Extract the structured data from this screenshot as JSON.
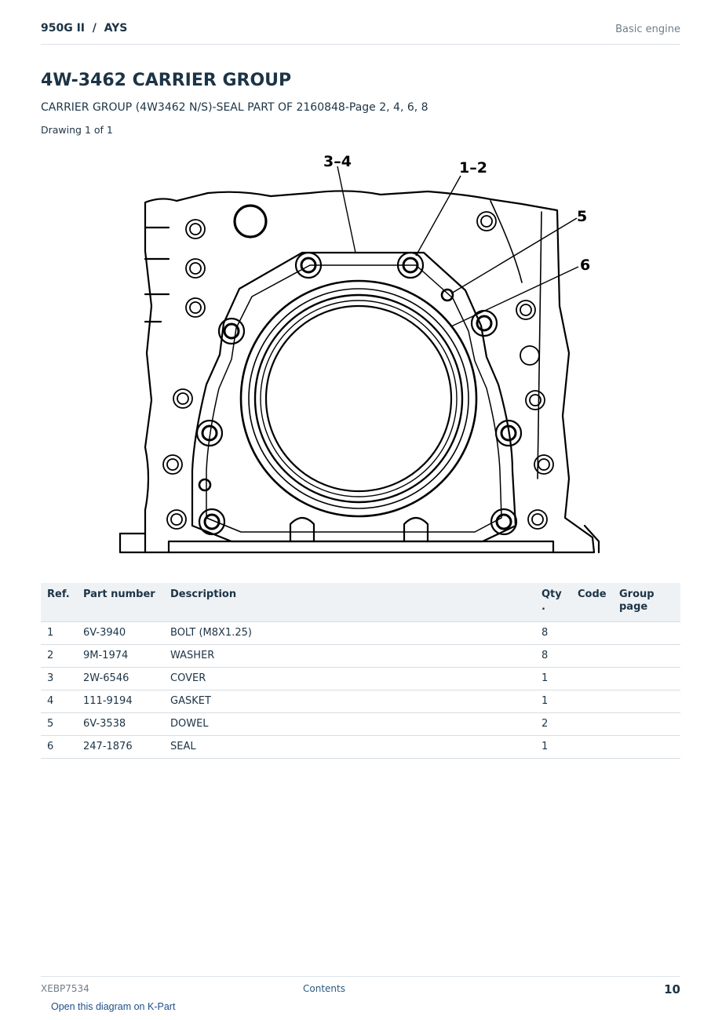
{
  "header": {
    "model": "950G II  /  AYS",
    "section": "Basic engine"
  },
  "title": "4W-3462 CARRIER GROUP",
  "subtitle": "CARRIER GROUP (4W3462 N/S)-SEAL PART OF 2160848-Page 2, 4, 6, 8",
  "drawing_count": "Drawing 1 of 1",
  "diagram": {
    "callouts": [
      {
        "id": "c34",
        "label": "3–4"
      },
      {
        "id": "c12",
        "label": "1–2"
      },
      {
        "id": "c5",
        "label": "5"
      },
      {
        "id": "c6",
        "label": "6"
      }
    ]
  },
  "table": {
    "headers": {
      "ref": "Ref.",
      "part": "Part number",
      "desc": "Description",
      "qty": "Qty\n.",
      "code": "Code",
      "group": "Group\npage"
    },
    "rows": [
      {
        "ref": "1",
        "part": "6V-3940",
        "desc": "BOLT (M8X1.25)",
        "qty": "8",
        "code": "",
        "group": ""
      },
      {
        "ref": "2",
        "part": "9M-1974",
        "desc": "WASHER",
        "qty": "8",
        "code": "",
        "group": ""
      },
      {
        "ref": "3",
        "part": "2W-6546",
        "desc": "COVER",
        "qty": "1",
        "code": "",
        "group": ""
      },
      {
        "ref": "4",
        "part": "111-9194",
        "desc": "GASKET",
        "qty": "1",
        "code": "",
        "group": ""
      },
      {
        "ref": "5",
        "part": "6V-3538",
        "desc": "DOWEL",
        "qty": "2",
        "code": "",
        "group": ""
      },
      {
        "ref": "6",
        "part": "247-1876",
        "desc": "SEAL",
        "qty": "1",
        "code": "",
        "group": ""
      }
    ]
  },
  "footer": {
    "doc_id": "XEBP7534",
    "contents_link": "Contents",
    "page_number": "10"
  },
  "kpart_link": "Open this diagram on K-Part"
}
